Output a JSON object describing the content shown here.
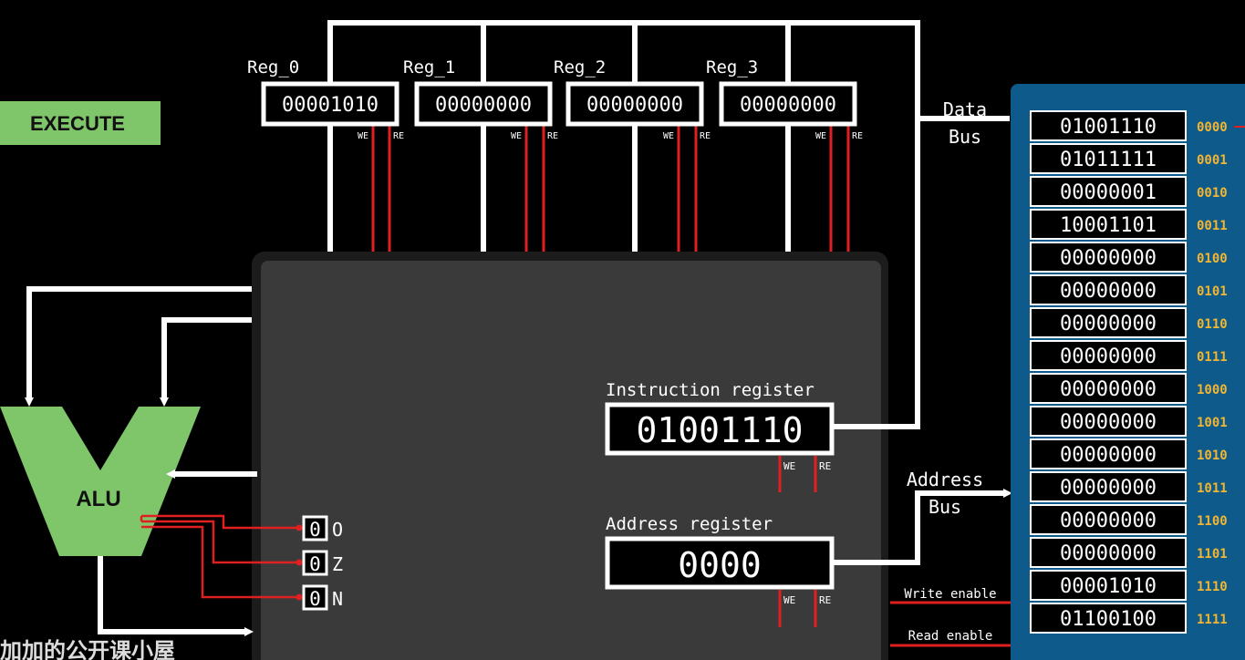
{
  "stage_label": "EXECUTE",
  "registers": [
    {
      "name": "Reg_0",
      "value": "00001010",
      "we": "WE",
      "re": "RE"
    },
    {
      "name": "Reg_1",
      "value": "00000000",
      "we": "WE",
      "re": "RE"
    },
    {
      "name": "Reg_2",
      "value": "00000000",
      "we": "WE",
      "re": "RE"
    },
    {
      "name": "Reg_3",
      "value": "00000000",
      "we": "WE",
      "re": "RE"
    }
  ],
  "data_bus": {
    "line1": "Data",
    "line2": "Bus"
  },
  "address_bus": {
    "line1": "Address",
    "line2": "Bus"
  },
  "instruction_register": {
    "label": "Instruction register",
    "value": "01001110",
    "we": "WE",
    "re": "RE"
  },
  "address_register": {
    "label": "Address register",
    "value": "0000",
    "we": "WE",
    "re": "RE"
  },
  "alu": {
    "label": "ALU"
  },
  "flags": [
    {
      "value": "0",
      "name": "O"
    },
    {
      "value": "0",
      "name": "Z"
    },
    {
      "value": "0",
      "name": "N"
    }
  ],
  "control_lines": {
    "write_enable": "Write enable",
    "read_enable": "Read enable"
  },
  "memory": [
    {
      "address": "0000",
      "value": "01001110"
    },
    {
      "address": "0001",
      "value": "01011111"
    },
    {
      "address": "0010",
      "value": "00000001"
    },
    {
      "address": "0011",
      "value": "10001101"
    },
    {
      "address": "0100",
      "value": "00000000"
    },
    {
      "address": "0101",
      "value": "00000000"
    },
    {
      "address": "0110",
      "value": "00000000"
    },
    {
      "address": "0111",
      "value": "00000000"
    },
    {
      "address": "1000",
      "value": "00000000"
    },
    {
      "address": "1001",
      "value": "00000000"
    },
    {
      "address": "1010",
      "value": "00000000"
    },
    {
      "address": "1011",
      "value": "00000000"
    },
    {
      "address": "1100",
      "value": "00000000"
    },
    {
      "address": "1101",
      "value": "00000000"
    },
    {
      "address": "1110",
      "value": "00001010"
    },
    {
      "address": "1111",
      "value": "01100100"
    }
  ],
  "subtitle": "加加的公开课小屋",
  "colors": {
    "bus": "#ffffff",
    "control": "#e02020",
    "stage": "#7fc66a",
    "alu": "#7fc66a",
    "memory_bg": "#0e5a8a",
    "address_text": "#f2b632",
    "cpu_body": "#3a3a3a"
  }
}
